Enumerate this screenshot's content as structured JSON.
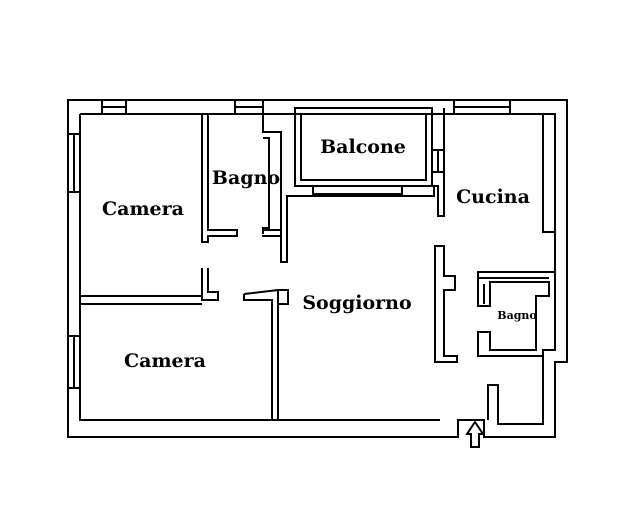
{
  "rooms": [
    {
      "id": "camera-top",
      "label": "Camera"
    },
    {
      "id": "bagno-top",
      "label": "Bagno"
    },
    {
      "id": "balcone",
      "label": "Balcone"
    },
    {
      "id": "cucina",
      "label": "Cucina"
    },
    {
      "id": "soggiorno",
      "label": "Soggiorno"
    },
    {
      "id": "bagno-small",
      "label": "Bagno"
    },
    {
      "id": "camera-bottom",
      "label": "Camera"
    }
  ],
  "colors": {
    "wall": "#000000",
    "background": "#ffffff"
  },
  "icons": {
    "entrance": "arrow-up-icon"
  }
}
